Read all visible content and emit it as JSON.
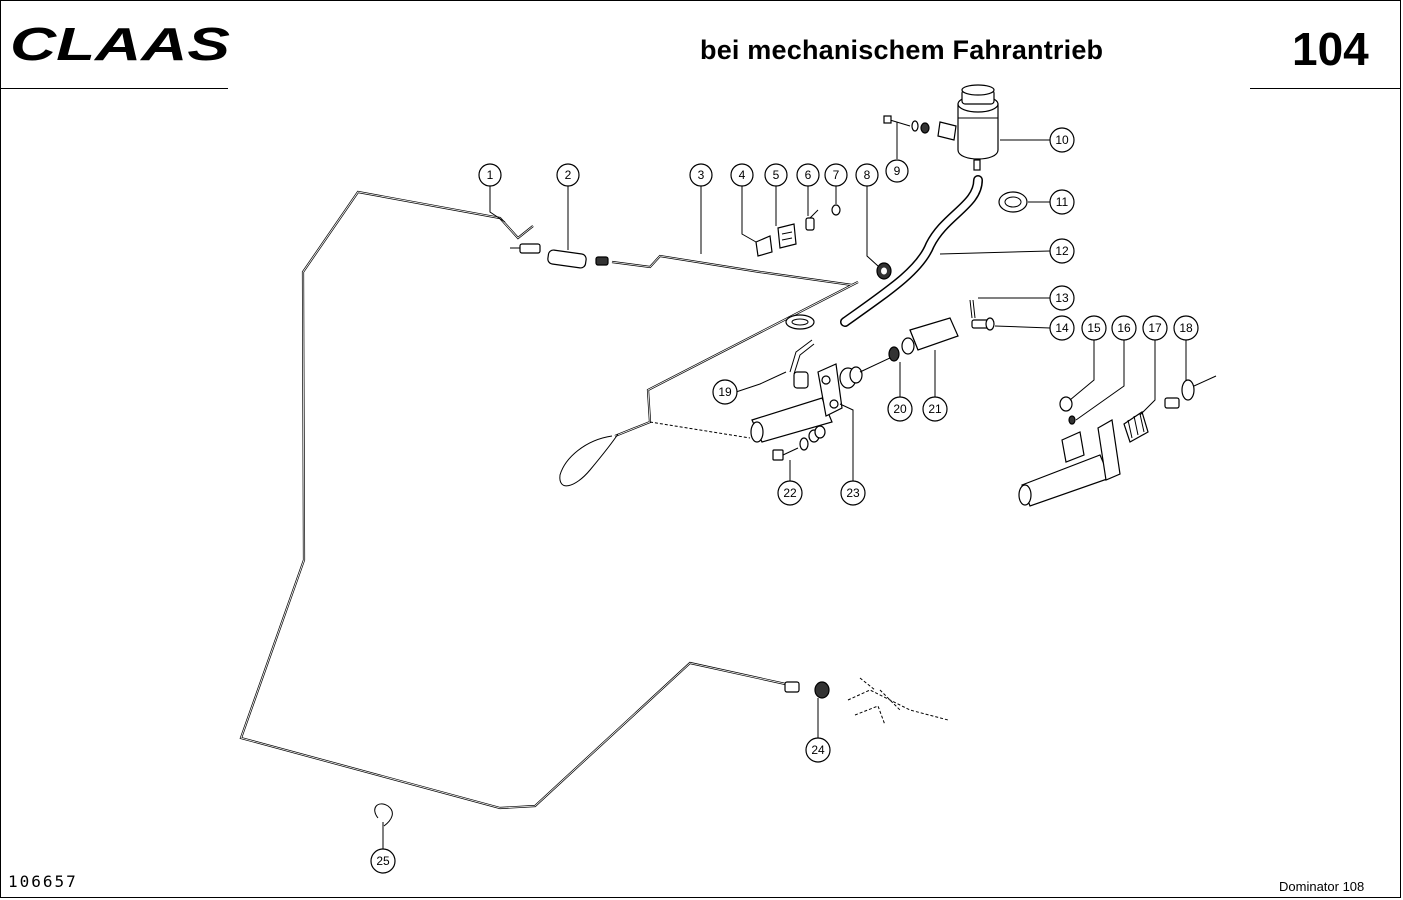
{
  "header": {
    "brand": "CLAAS",
    "title": "bei mechanischem Fahrantrieb",
    "page_number": "104"
  },
  "footer": {
    "doc_number": "106657",
    "model": "Dominator 108"
  },
  "callouts": [
    "1",
    "2",
    "3",
    "4",
    "5",
    "6",
    "7",
    "8",
    "9",
    "10",
    "11",
    "12",
    "13",
    "14",
    "15",
    "16",
    "17",
    "18",
    "19",
    "20",
    "21",
    "22",
    "23",
    "24",
    "25"
  ]
}
